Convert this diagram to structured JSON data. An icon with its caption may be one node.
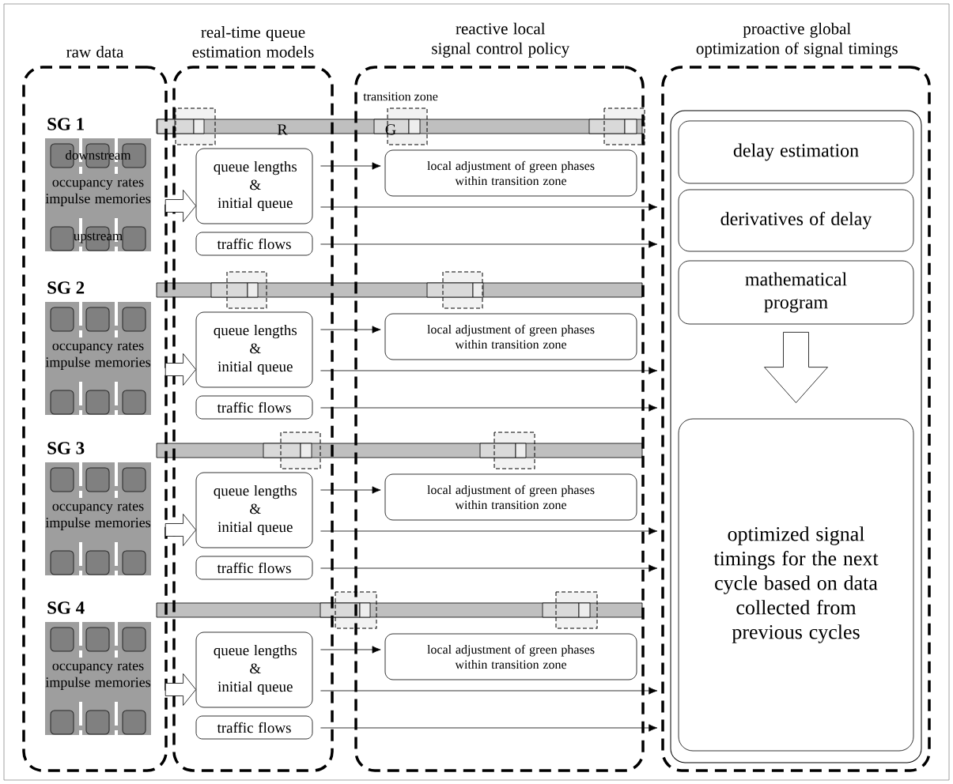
{
  "diagram": {
    "nodes": [
      {
        "text": [
          "raw data"
        ]
      },
      {
        "text": [
          "real-time queue estimation models"
        ]
      },
      {
        "text": [
          "reactive local signal control policy"
        ]
      },
      {
        "text": [
          "proactive global optimization of signal timings"
        ]
      },
      {
        "text": [],
        "shape": "box",
        "in": 3
      },
      {
        "text": [
          "delay estimation"
        ],
        "in": 4
      },
      {
        "text": [
          "derivatives of delay"
        ],
        "in": 4
      },
      {
        "text": [
          "mathematical program"
        ],
        "in": 4
      },
      {
        "text": [
          "optimized signal timings for the next cycle based on data collected from previous cycles"
        ],
        "in": 4
      },
      {
        "text": [
          "downstream",
          "occupancy rates impulse memories",
          "upstream"
        ],
        "in": 0
      },
      {
        "text": [
          "queue lengths & initial queue"
        ],
        "in": 1
      },
      {
        "text": [
          "traffic flows"
        ],
        "in": 1
      },
      {
        "text": [
          "local adjustment of green phases within transition zone"
        ],
        "in": 2
      },
      {
        "text": [
          "occupancy rates impulse memories"
        ],
        "in": 0
      },
      {
        "text": [
          "queue lengths & initial queue"
        ],
        "in": 1
      },
      {
        "text": [
          "traffic flows"
        ],
        "in": 1
      },
      {
        "text": [
          "local adjustment of green phases within transition zone"
        ],
        "in": 2
      },
      {
        "text": [
          "occupancy rates impulse memories"
        ],
        "in": 0
      },
      {
        "text": [
          "queue lengths & initial queue"
        ],
        "in": 1
      },
      {
        "text": [
          "traffic flows"
        ],
        "in": 1
      },
      {
        "text": [
          "local adjustment of green phases within transition zone"
        ],
        "in": 2
      },
      {
        "text": [
          "occupancy rates impulse memories"
        ],
        "in": 0
      },
      {
        "text": [
          "queue lengths & initial queue"
        ],
        "in": 1
      },
      {
        "text": [
          "traffic flows"
        ],
        "in": 1
      },
      {
        "text": [
          "local adjustment of green phases within transition zone"
        ],
        "in": 2
      }
    ],
    "edges": [
      {
        "from": 9,
        "to": 10,
        "arrow": "to"
      },
      {
        "from": 10,
        "to": 12,
        "arrow": "to"
      },
      {
        "from": 10,
        "to": 3,
        "arrow": "to"
      },
      {
        "from": 11,
        "to": 3,
        "arrow": "to"
      },
      {
        "from": 13,
        "to": 14,
        "arrow": "to"
      },
      {
        "from": 14,
        "to": 16,
        "arrow": "to"
      },
      {
        "from": 14,
        "to": 3,
        "arrow": "to"
      },
      {
        "from": 15,
        "to": 3,
        "arrow": "to"
      },
      {
        "from": 17,
        "to": 18,
        "arrow": "to"
      },
      {
        "from": 18,
        "to": 20,
        "arrow": "to"
      },
      {
        "from": 18,
        "to": 3,
        "arrow": "to"
      },
      {
        "from": 19,
        "to": 3,
        "arrow": "to"
      },
      {
        "from": 21,
        "to": 22,
        "arrow": "to"
      },
      {
        "from": 22,
        "to": 24,
        "arrow": "to"
      },
      {
        "from": 22,
        "to": 3,
        "arrow": "to"
      },
      {
        "from": 23,
        "to": 3,
        "arrow": "to"
      },
      {
        "from": 7,
        "to": 8,
        "arrow": "to"
      }
    ],
    "labels": [
      "transition zone",
      "SG 1",
      "R",
      "G",
      "SG 2",
      "SG 3",
      "SG 4"
    ]
  }
}
